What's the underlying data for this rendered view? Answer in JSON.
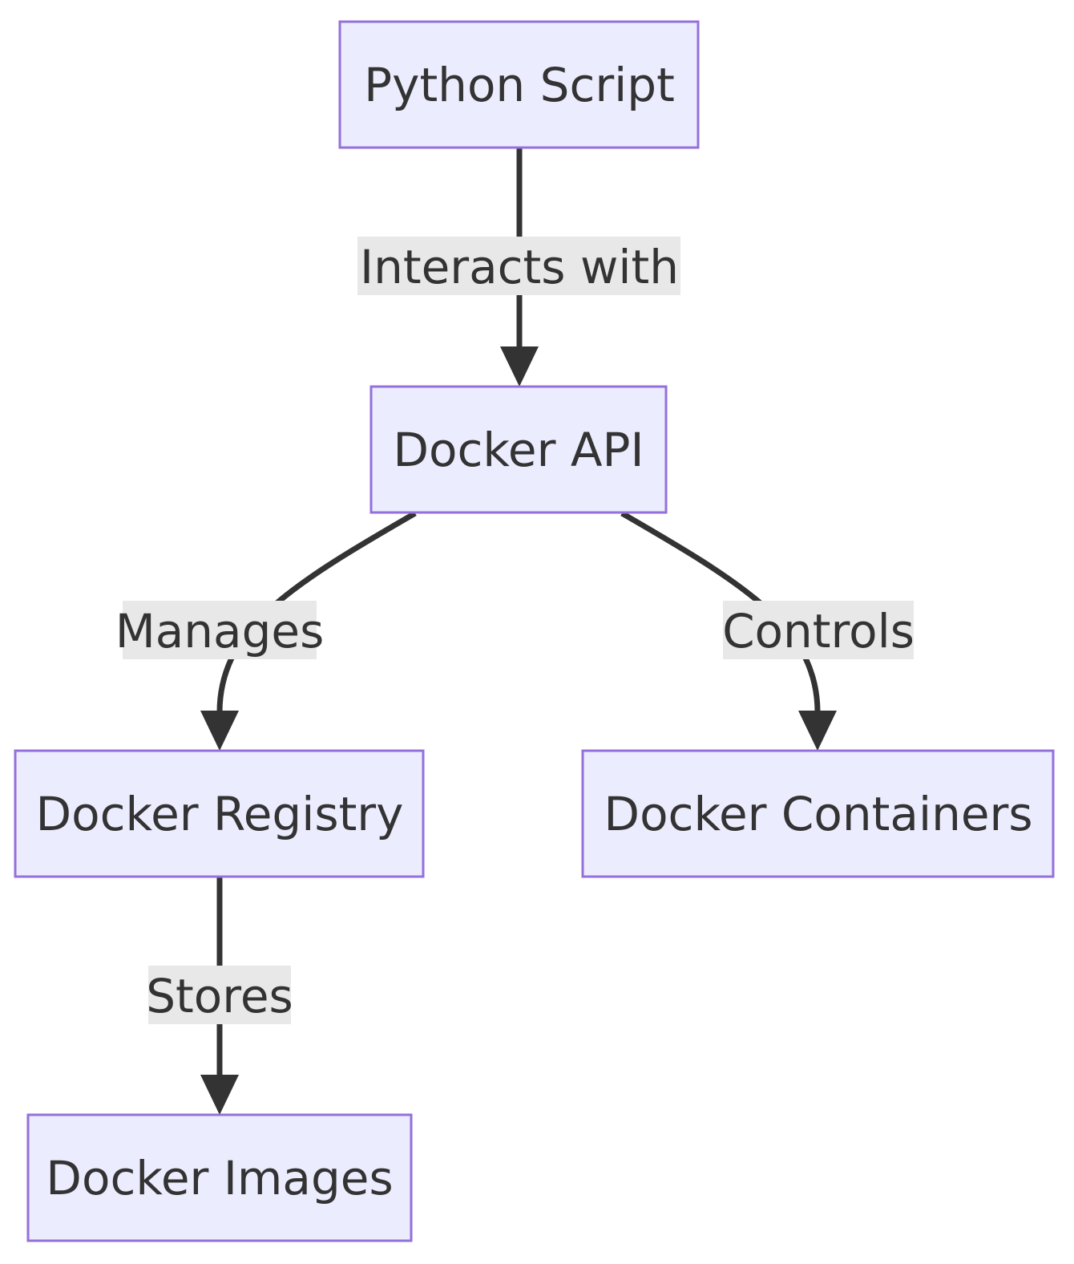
{
  "nodes": {
    "python_script": "Python Script",
    "docker_api": "Docker API",
    "docker_registry": "Docker Registry",
    "docker_containers": "Docker Containers",
    "docker_images": "Docker Images"
  },
  "edges": {
    "interacts_with": "Interacts with",
    "manages": "Manages",
    "controls": "Controls",
    "stores": "Stores"
  },
  "colors": {
    "node_fill": "#ececff",
    "node_border": "#9370db",
    "edge": "#333333",
    "label_bg": "#e8e8e8",
    "text": "#333333"
  }
}
